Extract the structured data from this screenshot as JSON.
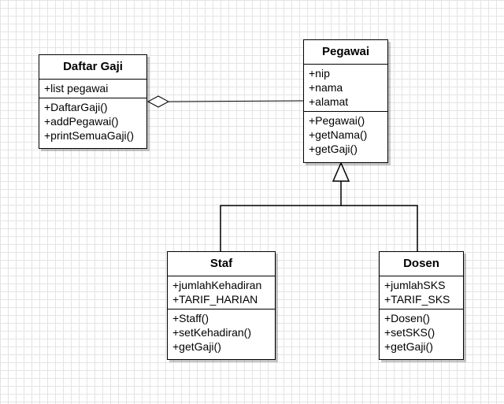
{
  "classes": {
    "daftar_gaji": {
      "name": "Daftar Gaji",
      "attributes": [
        "+list pegawai"
      ],
      "methods": [
        "+DaftarGaji()",
        "+addPegawai()",
        "+printSemuaGaji()"
      ]
    },
    "pegawai": {
      "name": "Pegawai",
      "attributes": [
        "+nip",
        "+nama",
        "+alamat"
      ],
      "methods": [
        "+Pegawai()",
        "+getNama()",
        "+getGaji()"
      ]
    },
    "staf": {
      "name": "Staf",
      "attributes": [
        "+jumlahKehadiran",
        "+TARIF_HARIAN"
      ],
      "methods": [
        "+Staff()",
        "+setKehadiran()",
        "+getGaji()"
      ]
    },
    "dosen": {
      "name": "Dosen",
      "attributes": [
        "+jumlahSKS",
        "+TARIF_SKS"
      ],
      "methods": [
        "+Dosen()",
        "+setSKS()",
        "+getGaji()"
      ]
    }
  },
  "relationships": [
    {
      "type": "aggregation",
      "whole": "Daftar Gaji",
      "part": "Pegawai"
    },
    {
      "type": "generalization",
      "parent": "Pegawai",
      "children": [
        "Staf",
        "Dosen"
      ]
    }
  ],
  "colors": {
    "line": "#000000",
    "box_fill": "#ffffff",
    "grid": "#e4e4e4"
  }
}
